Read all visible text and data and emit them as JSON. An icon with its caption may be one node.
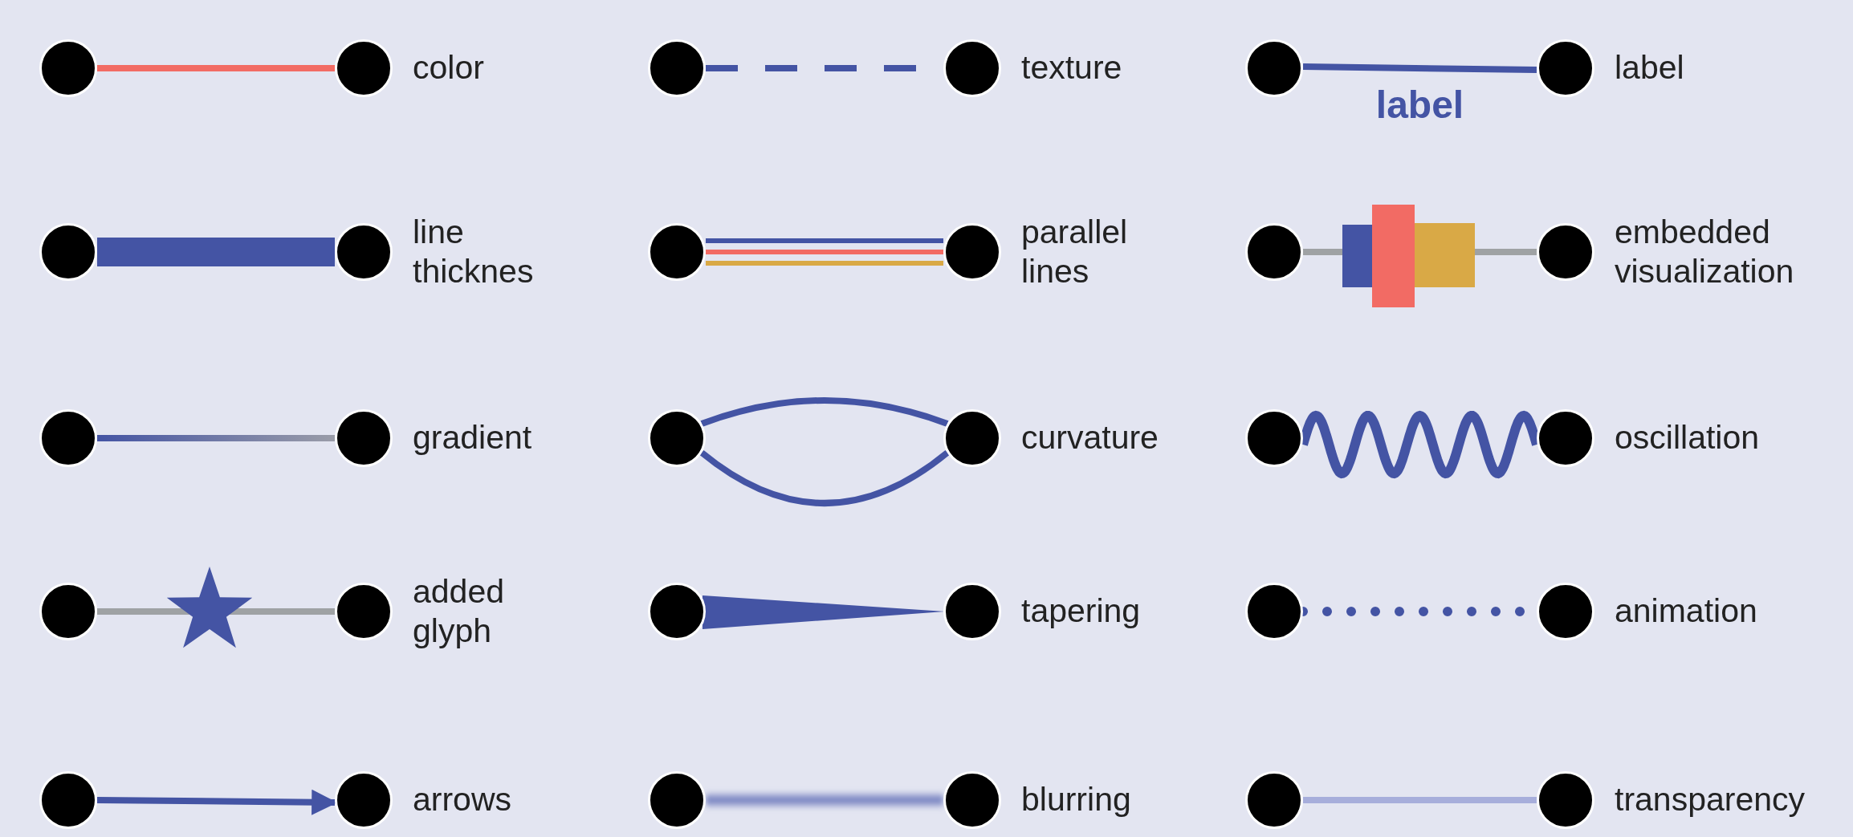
{
  "diagram": {
    "nodes": [
      {
        "text": [],
        "shape": "circle"
      },
      {
        "text": [],
        "shape": "circle",
        "beside": [
          "color"
        ]
      },
      {
        "text": [],
        "shape": "circle"
      },
      {
        "text": [],
        "shape": "circle",
        "beside": [
          "texture"
        ]
      },
      {
        "text": [],
        "shape": "circle"
      },
      {
        "text": [],
        "shape": "circle",
        "beside": [
          "label"
        ]
      },
      {
        "text": [],
        "shape": "circle"
      },
      {
        "text": [],
        "shape": "circle",
        "beside": [
          "line thicknes"
        ]
      },
      {
        "text": [],
        "shape": "circle"
      },
      {
        "text": [],
        "shape": "circle",
        "beside": [
          "parallel lines"
        ]
      },
      {
        "text": [],
        "shape": "circle"
      },
      {
        "text": [],
        "shape": "circle",
        "beside": [
          "embedded visualization"
        ]
      },
      {
        "text": [],
        "shape": "circle"
      },
      {
        "text": [],
        "shape": "circle",
        "beside": [
          "gradient"
        ]
      },
      {
        "text": [],
        "shape": "circle"
      },
      {
        "text": [],
        "shape": "circle",
        "beside": [
          "curvature"
        ]
      },
      {
        "text": [],
        "shape": "circle"
      },
      {
        "text": [],
        "shape": "circle",
        "beside": [
          "oscillation"
        ]
      },
      {
        "text": [],
        "shape": "circle"
      },
      {
        "text": [],
        "shape": "circle",
        "beside": [
          "added glyph"
        ]
      },
      {
        "text": [],
        "shape": "circle"
      },
      {
        "text": [],
        "shape": "circle",
        "beside": [
          "tapering"
        ]
      },
      {
        "text": [],
        "shape": "circle"
      },
      {
        "text": [],
        "shape": "circle",
        "beside": [
          "animation"
        ]
      },
      {
        "text": [],
        "shape": "circle"
      },
      {
        "text": [],
        "shape": "circle",
        "beside": [
          "arrows"
        ]
      },
      {
        "text": [],
        "shape": "circle"
      },
      {
        "text": [],
        "shape": "circle",
        "beside": [
          "blurring"
        ]
      },
      {
        "text": [],
        "shape": "circle"
      },
      {
        "text": [],
        "shape": "circle",
        "beside": [
          "transparency"
        ]
      }
    ],
    "edges": [
      {
        "from": 0,
        "to": 1,
        "arrow": "none",
        "color": "#f26b64"
      },
      {
        "from": 2,
        "to": 3,
        "arrow": "none",
        "style": "dashed"
      },
      {
        "from": 4,
        "to": 5,
        "arrow": "none",
        "label": "label"
      },
      {
        "from": 6,
        "to": 7,
        "arrow": "none",
        "style": "thick"
      },
      {
        "from": 8,
        "to": 9,
        "arrow": "none"
      },
      {
        "from": 8,
        "to": 9,
        "arrow": "none",
        "color": "#f26b64"
      },
      {
        "from": 8,
        "to": 9,
        "arrow": "none",
        "color": "#d9a946"
      },
      {
        "from": 10,
        "to": 11,
        "arrow": "none",
        "color": "#9fa2a4"
      },
      {
        "from": 12,
        "to": 13,
        "arrow": "none"
      },
      {
        "from": 14,
        "to": 15,
        "arrow": "none"
      },
      {
        "from": 14,
        "to": 15,
        "arrow": "none"
      },
      {
        "from": 16,
        "to": 17,
        "arrow": "none"
      },
      {
        "from": 18,
        "to": 19,
        "arrow": "none",
        "color": "#9fa2a4"
      },
      {
        "from": 20,
        "to": 21,
        "arrow": "none"
      },
      {
        "from": 22,
        "to": 23,
        "arrow": "none",
        "style": "dashed"
      },
      {
        "from": 24,
        "to": 25,
        "arrow": "to"
      },
      {
        "from": 26,
        "to": 27,
        "arrow": "none"
      },
      {
        "from": 28,
        "to": 29,
        "arrow": "none",
        "color": "#a7aedb"
      }
    ]
  }
}
